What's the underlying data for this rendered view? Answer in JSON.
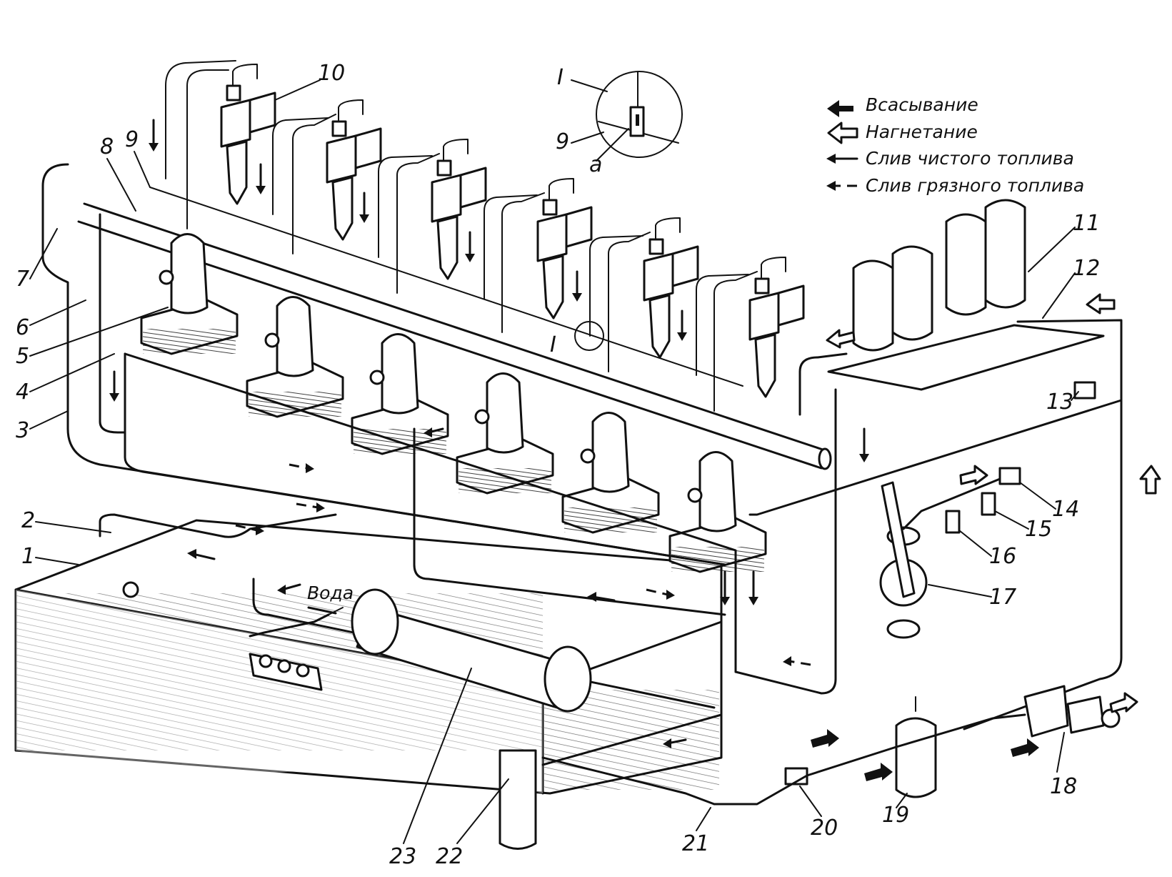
{
  "legend": {
    "suction": "Всасывание",
    "discharge": "Нагнетание",
    "clean_return": "Слив чистого топлива",
    "dirty_return": "Слив грязного топлива"
  },
  "labels": {
    "water": "Вода",
    "detail_mark": "I",
    "detail_mark_main": "I",
    "detail_9": "9",
    "detail_a": "a"
  },
  "callouts": [
    "1",
    "2",
    "3",
    "4",
    "5",
    "6",
    "7",
    "8",
    "9",
    "10",
    "11",
    "12",
    "13",
    "14",
    "15",
    "16",
    "17",
    "18",
    "19",
    "20",
    "21",
    "22",
    "23"
  ]
}
